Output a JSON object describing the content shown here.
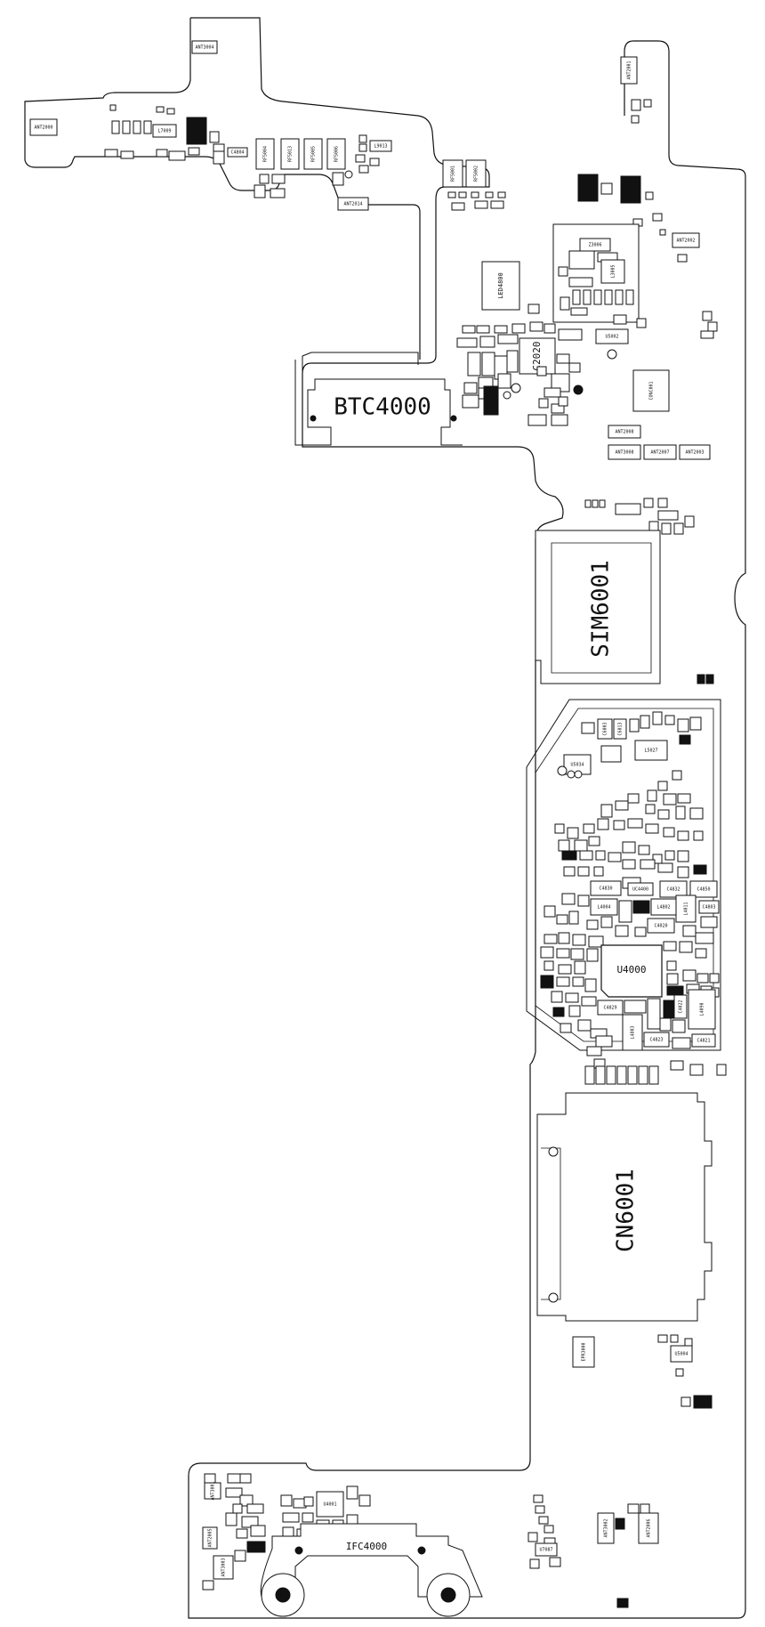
{
  "board": {
    "major_labels": {
      "btc": "BTC4000",
      "ifc": "IFC4000",
      "sim": "SIM6001",
      "cn": "CN6001",
      "u4000": "U4000",
      "led": "LED4800",
      "c2020": "C2020",
      "conc": "CONC001",
      "l3005": "L3005",
      "u5002": "U5002",
      "l5027": "L5027",
      "u5034": "U5034",
      "l9013": "L9013",
      "l4090": "L4090",
      "l4004": "L4004",
      "l4802": "L4802",
      "l4011": "L4011",
      "l4803": "L4803",
      "c4830": "C4830",
      "c4832": "C4832",
      "c4850": "C4850",
      "uc4400": "UC4400",
      "c4823": "C4823",
      "c4821": "C4821",
      "c4803": "C4803",
      "c4020": "C4020",
      "c4829": "C4829",
      "u5004": "U5004",
      "u7087": "U7087",
      "u4001": "U4001",
      "epr": "EPR3000"
    },
    "antennas": {
      "ant2000": "ANT2000",
      "ant3004": "ANT3004",
      "ant2014": "ANT2014",
      "ant2002": "ANT2002",
      "ant2008": "ANT2008",
      "ant3008": "ANT3008",
      "ant2007": "ANT2007",
      "ant2003": "ANT2003",
      "ant3001": "ANT3001",
      "ant3002": "ANT3002",
      "ant3003": "ANT3003",
      "ant2001": "ANT2001",
      "ant2005": "ANT2005",
      "ant2006": "ANT2006"
    },
    "rf_parts": {
      "rf5004": "RF5004",
      "rf5013": "RF5013",
      "rf5005": "RF5005",
      "rf5006": "RF5006",
      "rf5001": "RF5001",
      "rf5002": "RF5002"
    },
    "small_parts": {
      "l7009": "L7009",
      "c4804": "C4804",
      "c4022": "C4022",
      "c6003": "C6003",
      "c6013": "C6013",
      "z3006": "Z3006"
    }
  }
}
